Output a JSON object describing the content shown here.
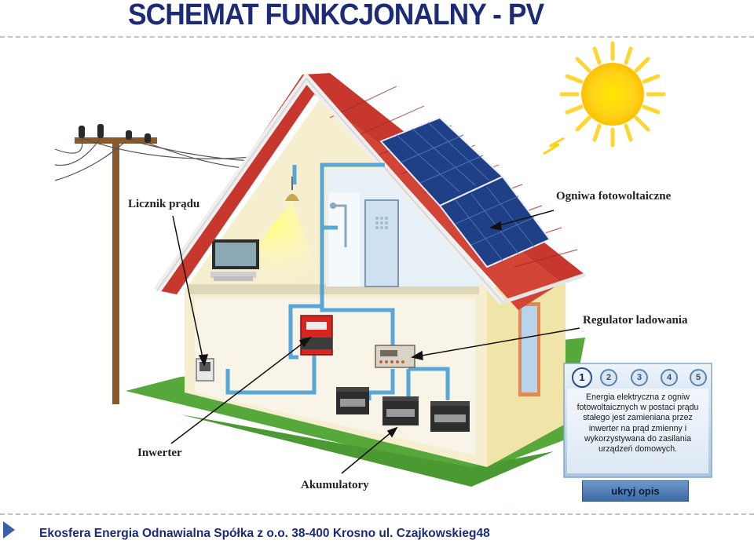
{
  "title": "SCHEMAT  FUNKCJONALNY  -  PV",
  "labels": {
    "meter": "Licznik prądu",
    "pv_cells": "Ogniwa fotowoltaiczne",
    "charge_regulator": "Regulator ladowania",
    "inverter": "Inwerter",
    "batteries": "Akumulatory"
  },
  "info_panel": {
    "steps": [
      "1",
      "2",
      "3",
      "4",
      "5"
    ],
    "active_step": 1,
    "description": "Energia elektryczna z ogniw fotowoltaicznych w postaci prądu stałego jest zamieniana przez inwerter na prąd zmienny i wykorzystywana do zasilania urządzeń domowych.",
    "hide_button": "ukryj opis"
  },
  "footer": "Ekosfera Energia Odnawialna Spółka z o.o.  38-400 Krosno  ul. Czajkowskieg48",
  "colors": {
    "title": "#1c2a78",
    "roof": "#c8372d",
    "wall": "#f3ecc9",
    "grass": "#56a83a",
    "wire": "#3b9ad6",
    "sun": "#ffd21a"
  }
}
